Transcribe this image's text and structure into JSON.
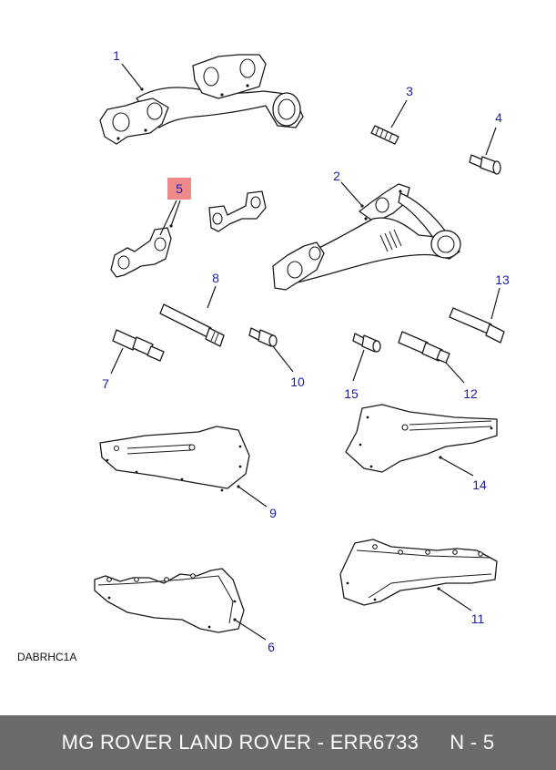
{
  "diagram": {
    "ref_code": "DABRHC1A",
    "callouts": {
      "c1": "1",
      "c2": "2",
      "c3": "3",
      "c4": "4",
      "c5": "5",
      "c6": "6",
      "c7": "7",
      "c8": "8",
      "c9": "9",
      "c10": "10",
      "c11": "11",
      "c12": "12",
      "c13": "13",
      "c14": "14",
      "c15": "15"
    },
    "colors": {
      "callout_text": "#1d1daa",
      "highlight_box": "#f08a8a",
      "footer_bg": "#6b6b6b",
      "footer_text": "#ffffff"
    }
  },
  "footer": {
    "title": "MG ROVER LAND ROVER - ERR6733",
    "page": "N - 5"
  }
}
